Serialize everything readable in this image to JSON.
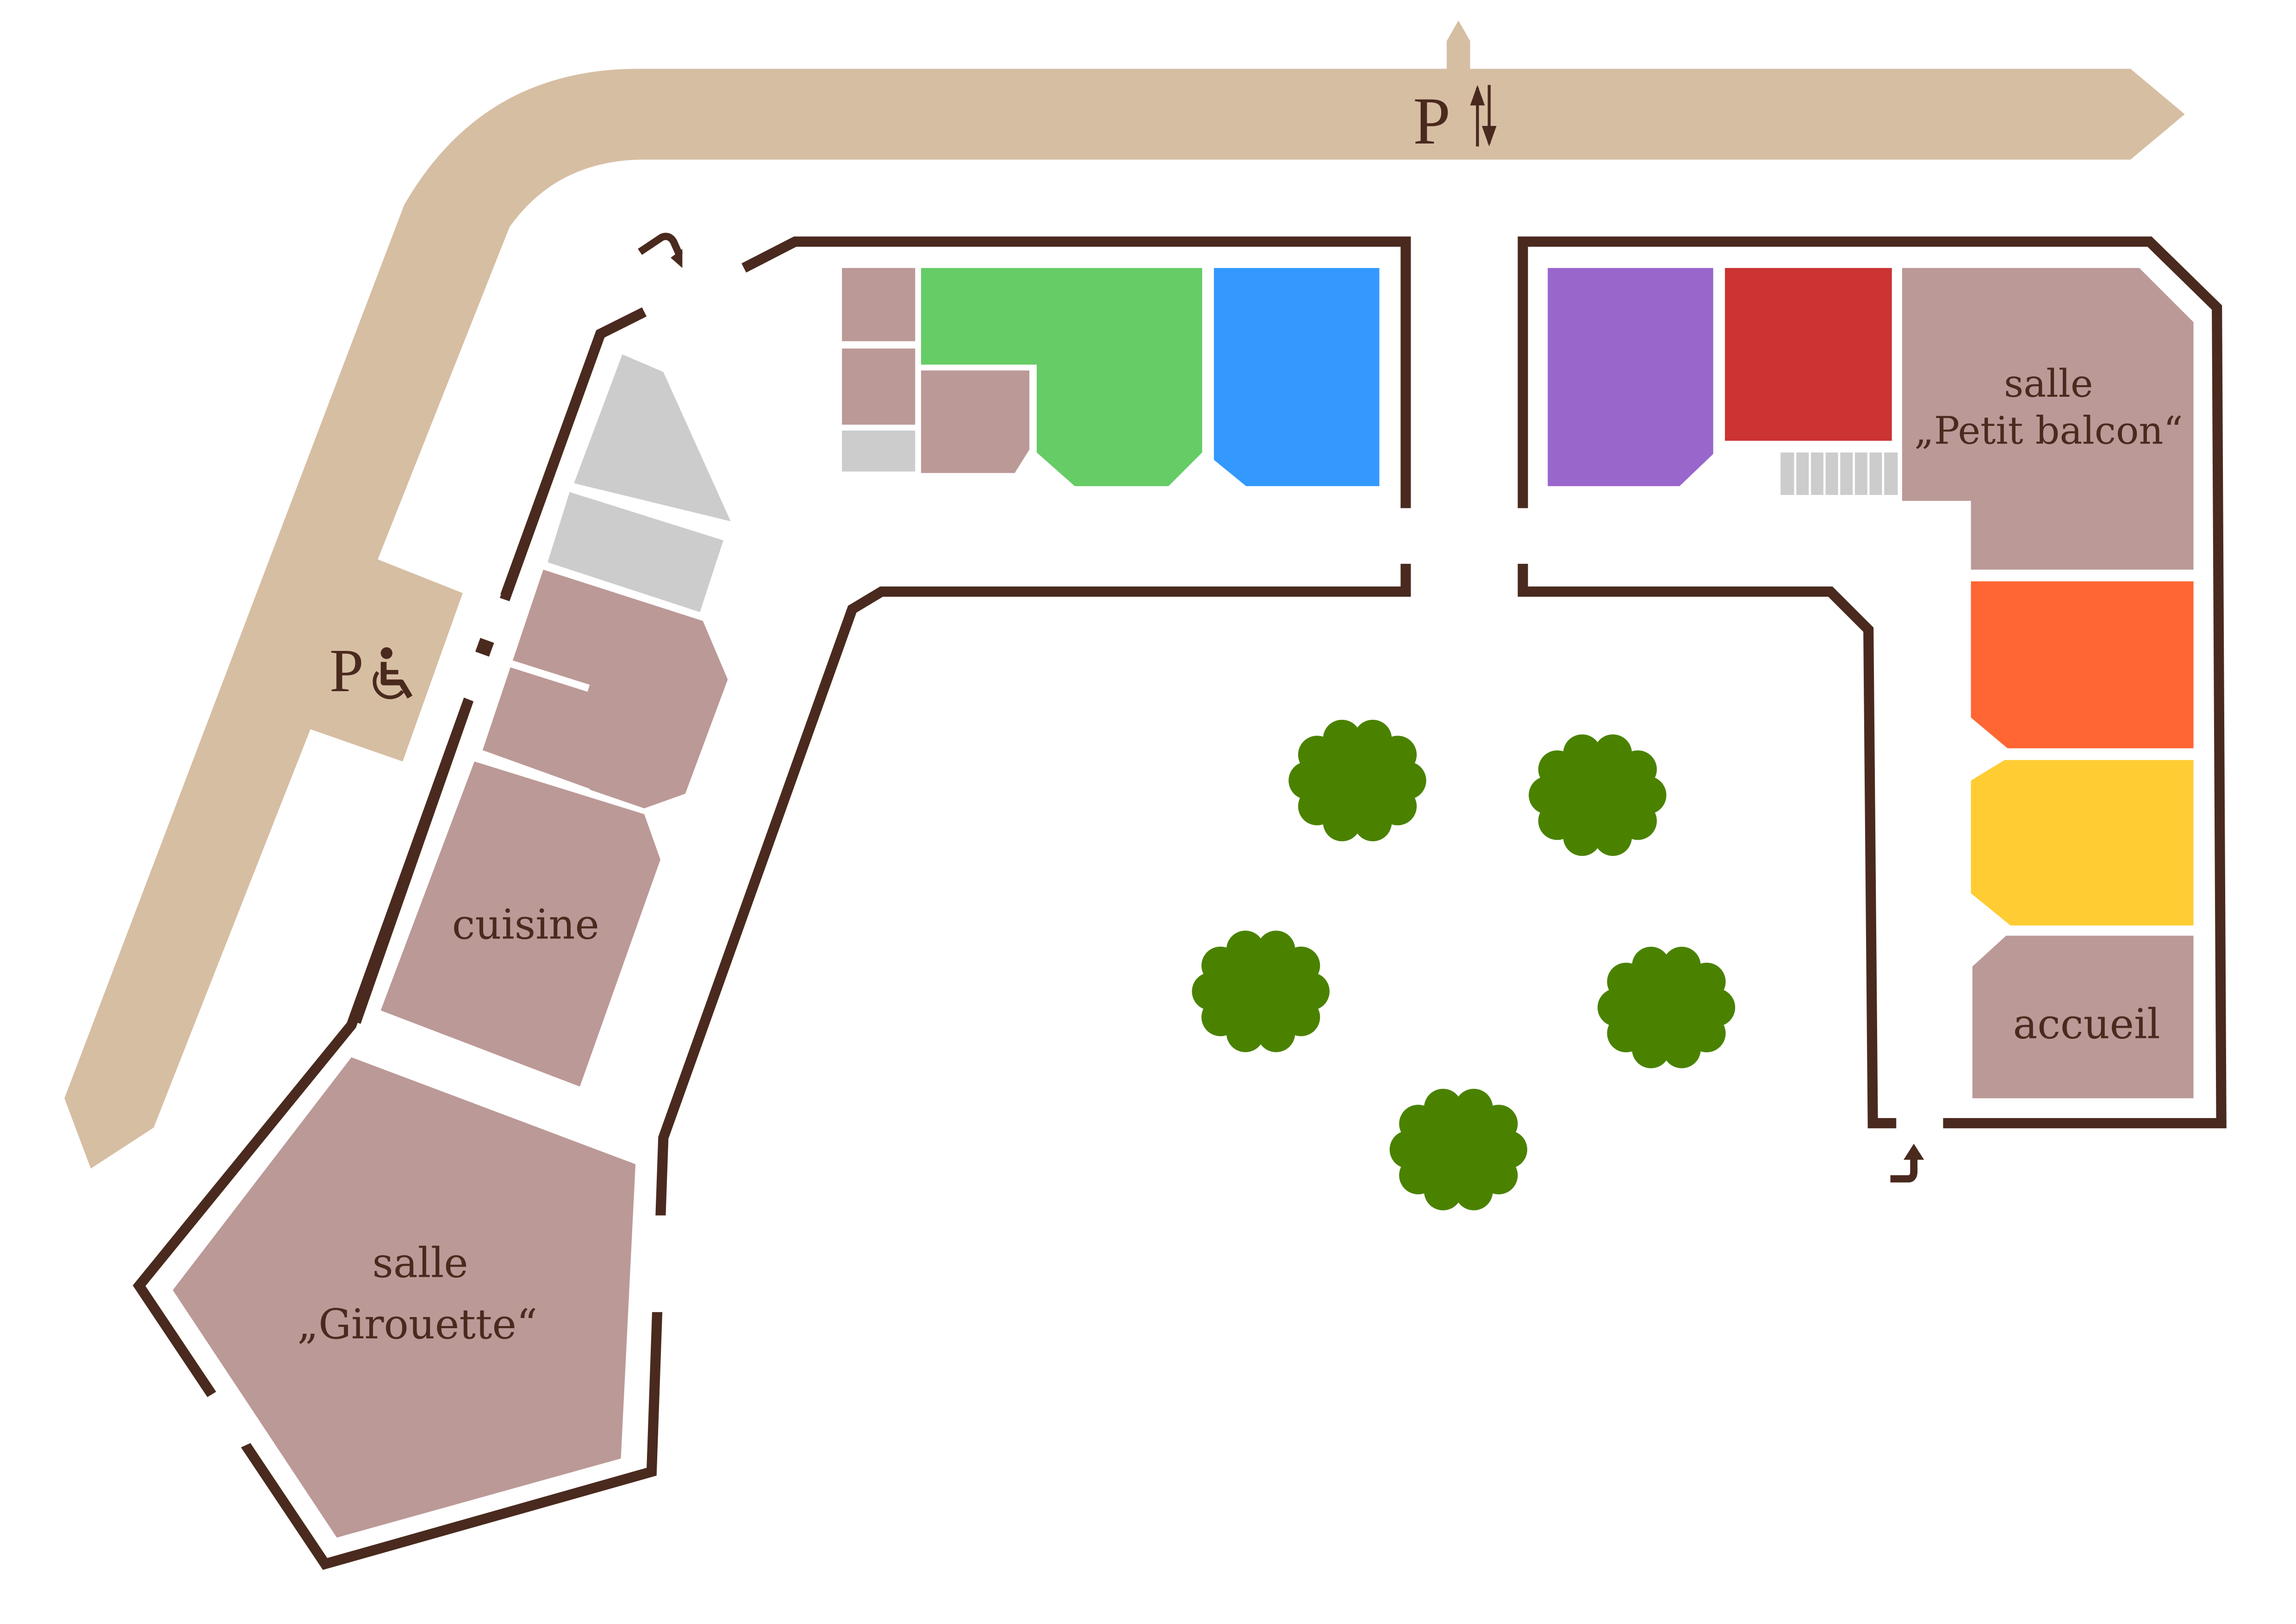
{
  "colors": {
    "road": "#d6bea3",
    "wall": "#4a2a1e",
    "room_default": "#bb9997",
    "room_gray": "#cccccc",
    "green": "#66cc66",
    "blue": "#3399ff",
    "purple": "#9966cc",
    "red": "#cc3333",
    "orange": "#ff6633",
    "yellow": "#ffcc33",
    "tree": "#4a8200",
    "text": "#4a2a1e"
  },
  "road": {
    "parking_label": "P",
    "parking_direction_icon": "two-way-arrows",
    "disabled_parking_label": "P",
    "disabled_parking_icon": "wheelchair"
  },
  "rooms": {
    "petit_balcon": {
      "line1": "salle",
      "line2": "„Petit balcon“"
    },
    "girouette": {
      "line1": "salle",
      "line2": "„Girouette“"
    },
    "cuisine": {
      "label": "cuisine"
    },
    "accueil": {
      "label": "accueil"
    }
  },
  "courtyard": {
    "tree_count": 5
  },
  "entrances": [
    {
      "name": "north-west-entrance",
      "icon": "entrance-arrow"
    },
    {
      "name": "south-east-entrance",
      "icon": "entrance-arrow"
    }
  ]
}
